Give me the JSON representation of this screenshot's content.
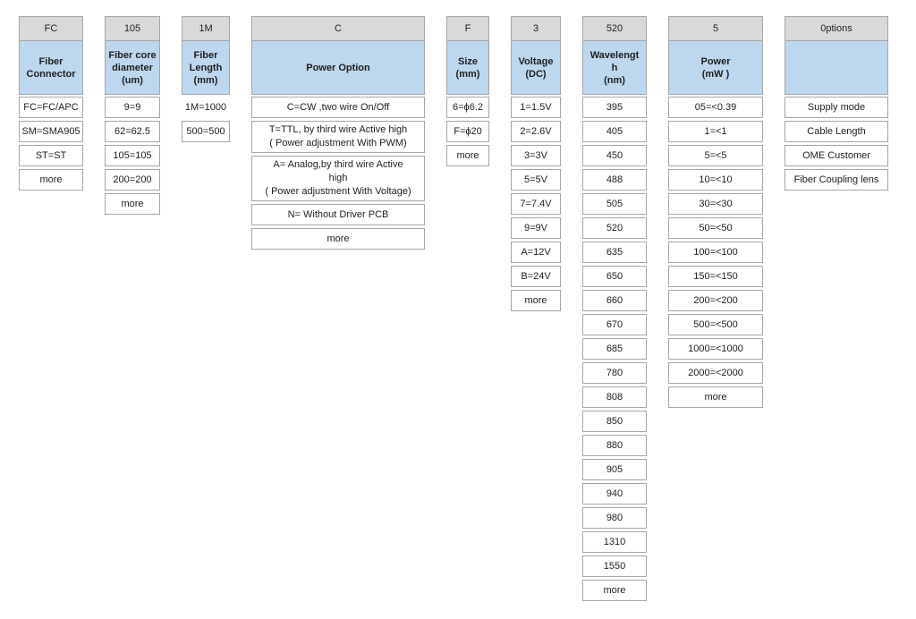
{
  "title": "Product ordering code option table",
  "colors": {
    "code_header_fill": "#d9d9d9",
    "category_header_fill": "#bdd7ee",
    "cell_border": "#a6a6a6",
    "text": "#1f1f1f",
    "background": "#ffffff"
  },
  "table": {
    "columns": [
      {
        "code": "FC",
        "category": "Fiber\nConnector",
        "options": [
          "FC=FC/APC",
          "SM=SMA905",
          "ST=ST",
          "more"
        ]
      },
      {
        "code": "105",
        "category": "Fiber core\ndiameter\n(um)",
        "options": [
          "9=9",
          "62=62.5",
          "105=105",
          "200=200",
          "more"
        ]
      },
      {
        "code": "1M",
        "category": "Fiber\nLength\n(mm)",
        "options": [
          "1M=1000",
          "500=500"
        ]
      },
      {
        "code": "C",
        "category": "Power Option",
        "options": [
          "C=CW ,two wire On/Off",
          "T=TTL, by third wire Active high\n( Power adjustment With PWM)",
          "A= Analog,by third wire Active\nhigh\n( Power adjustment With Voltage)",
          "N= Without Driver PCB",
          "more"
        ]
      },
      {
        "code": "F",
        "category": "Size\n(mm)",
        "options": [
          "6=ϕ6.2",
          "F=ϕ20",
          "more"
        ]
      },
      {
        "code": "3",
        "category": "Voltage\n(DC)",
        "options": [
          "1=1.5V",
          "2=2.6V",
          "3=3V",
          "5=5V",
          "7=7.4V",
          "9=9V",
          "A=12V",
          "B=24V",
          "more"
        ]
      },
      {
        "code": "520",
        "category": "Wavelengt\nh\n(nm)",
        "options": [
          "395",
          "405",
          "450",
          "488",
          "505",
          "520",
          "635",
          "650",
          "660",
          "670",
          "685",
          "780",
          "808",
          "850",
          "880",
          "905",
          "940",
          "980",
          "1310",
          "1550",
          "more"
        ]
      },
      {
        "code": "5",
        "category": "Power\n(mW )",
        "options": [
          "05=<0.39",
          "1=<1",
          "5=<5",
          "10=<10",
          "30=<30",
          "50=<50",
          "100=<100",
          "150=<150",
          "200=<200",
          "500=<500",
          "1000=<1000",
          "2000=<2000",
          "more"
        ]
      },
      {
        "code": "0ptions",
        "category": "",
        "options": [
          "Supply mode",
          "Cable Length",
          "OME Customer",
          "Fiber Coupling lens"
        ]
      }
    ]
  }
}
